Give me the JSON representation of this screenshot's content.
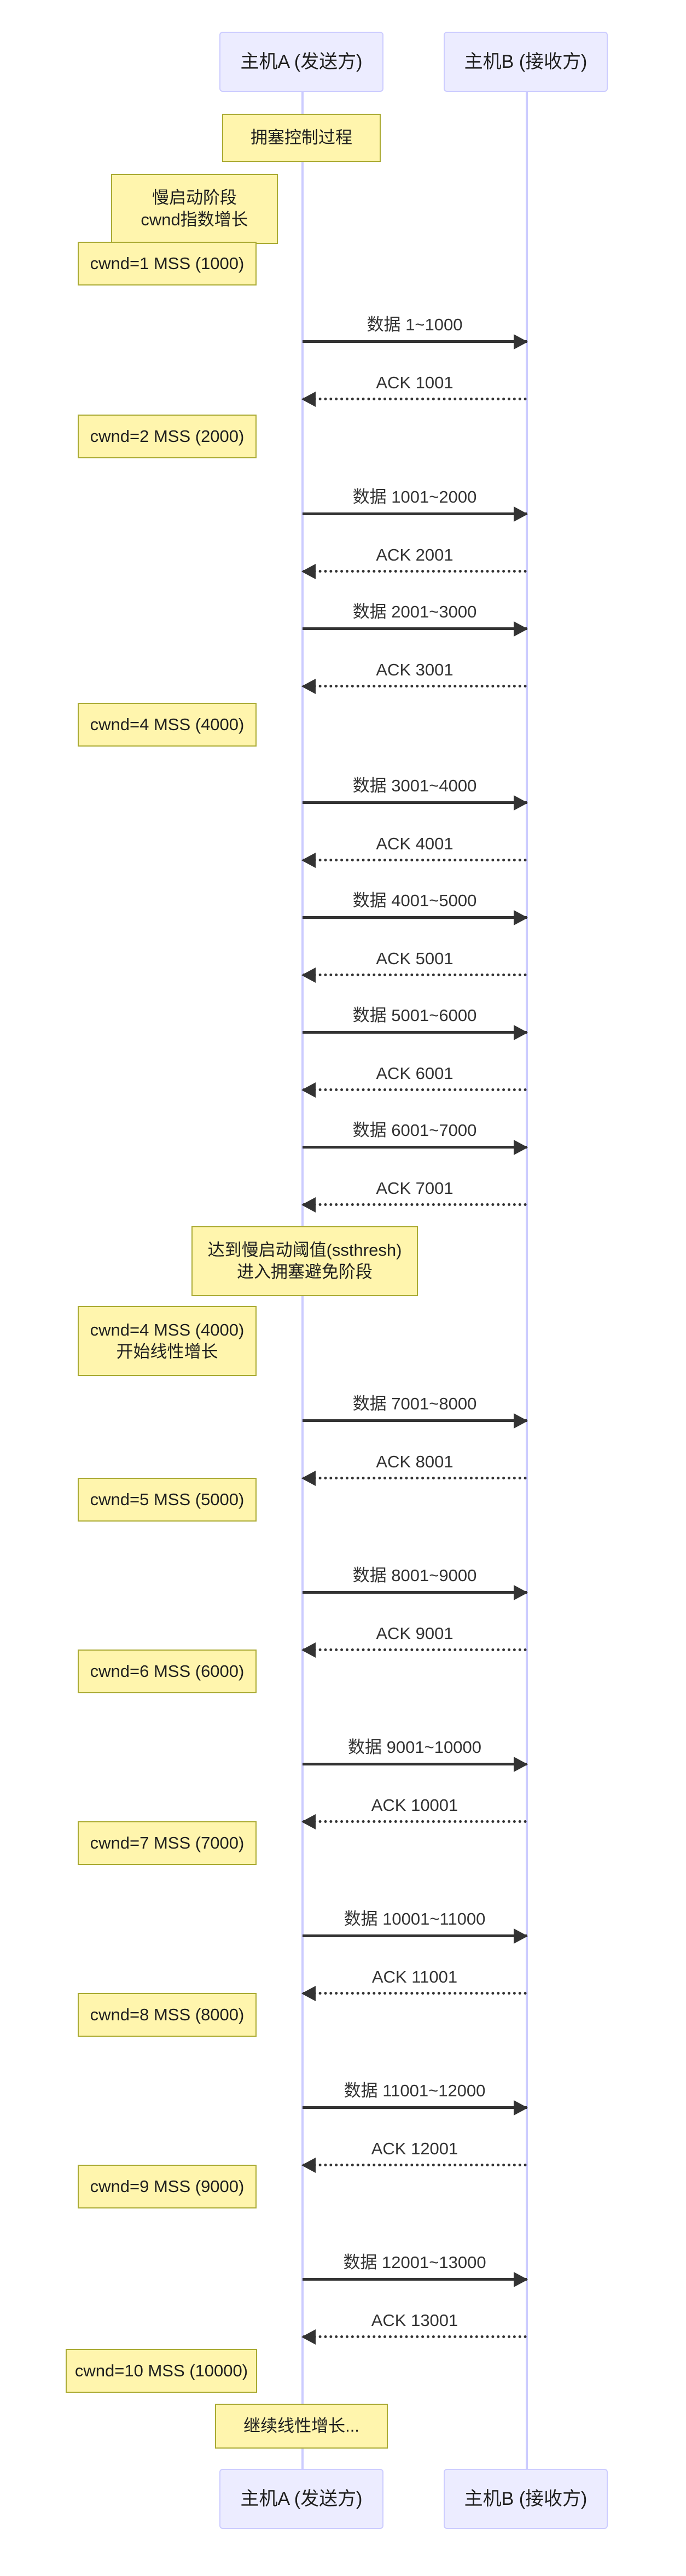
{
  "diagram": {
    "kind": "sequence-diagram",
    "title_note": "拥塞控制过程",
    "colors": {
      "participant_fill": "#ECECFF",
      "participant_border": "#CCCCFF",
      "note_fill": "#FFF5AD",
      "note_border": "#AAAA33",
      "line": "#333333",
      "background": "#FFFFFF"
    }
  },
  "participants": [
    {
      "id": "A",
      "label": "主机A (发送方)"
    },
    {
      "id": "B",
      "label": "主机B (接收方)"
    }
  ],
  "participants_bottom": [
    {
      "id": "A",
      "label": "主机A (发送方)"
    },
    {
      "id": "B",
      "label": "主机B (接收方)"
    }
  ],
  "notes": [
    {
      "id": "n-title",
      "text": "拥塞控制过程",
      "placement": "over-A"
    },
    {
      "id": "n-slowstart",
      "text": "慢启动阶段\ncwnd指数增长",
      "placement": "left-of-A"
    },
    {
      "id": "n-cwnd1",
      "text": "cwnd=1 MSS (1000)",
      "placement": "left-of-A"
    },
    {
      "id": "n-cwnd2",
      "text": "cwnd=2 MSS (2000)",
      "placement": "left-of-A"
    },
    {
      "id": "n-cwnd4a",
      "text": "cwnd=4 MSS (4000)",
      "placement": "left-of-A"
    },
    {
      "id": "n-ssthresh",
      "text": "达到慢启动阈值(ssthresh)\n进入拥塞避免阶段",
      "placement": "over-A"
    },
    {
      "id": "n-cwnd4b",
      "text": "cwnd=4 MSS (4000)\n开始线性增长",
      "placement": "left-of-A"
    },
    {
      "id": "n-cwnd5",
      "text": "cwnd=5 MSS (5000)",
      "placement": "left-of-A"
    },
    {
      "id": "n-cwnd6",
      "text": "cwnd=6 MSS (6000)",
      "placement": "left-of-A"
    },
    {
      "id": "n-cwnd7",
      "text": "cwnd=7 MSS (7000)",
      "placement": "left-of-A"
    },
    {
      "id": "n-cwnd8",
      "text": "cwnd=8 MSS (8000)",
      "placement": "left-of-A"
    },
    {
      "id": "n-cwnd9",
      "text": "cwnd=9 MSS (9000)",
      "placement": "left-of-A"
    },
    {
      "id": "n-cwnd10",
      "text": "cwnd=10 MSS (10000)",
      "placement": "left-of-A"
    },
    {
      "id": "n-continue",
      "text": "继续线性增长...",
      "placement": "over-A"
    }
  ],
  "messages": [
    {
      "id": "m01",
      "label": "数据 1~1000",
      "from": "A",
      "to": "B",
      "style": "solid"
    },
    {
      "id": "m02",
      "label": "ACK 1001",
      "from": "B",
      "to": "A",
      "style": "dashed"
    },
    {
      "id": "m03",
      "label": "数据 1001~2000",
      "from": "A",
      "to": "B",
      "style": "solid"
    },
    {
      "id": "m04",
      "label": "ACK 2001",
      "from": "B",
      "to": "A",
      "style": "dashed"
    },
    {
      "id": "m05",
      "label": "数据 2001~3000",
      "from": "A",
      "to": "B",
      "style": "solid"
    },
    {
      "id": "m06",
      "label": "ACK 3001",
      "from": "B",
      "to": "A",
      "style": "dashed"
    },
    {
      "id": "m07",
      "label": "数据 3001~4000",
      "from": "A",
      "to": "B",
      "style": "solid"
    },
    {
      "id": "m08",
      "label": "ACK 4001",
      "from": "B",
      "to": "A",
      "style": "dashed"
    },
    {
      "id": "m09",
      "label": "数据 4001~5000",
      "from": "A",
      "to": "B",
      "style": "solid"
    },
    {
      "id": "m10",
      "label": "ACK 5001",
      "from": "B",
      "to": "A",
      "style": "dashed"
    },
    {
      "id": "m11",
      "label": "数据 5001~6000",
      "from": "A",
      "to": "B",
      "style": "solid"
    },
    {
      "id": "m12",
      "label": "ACK 6001",
      "from": "B",
      "to": "A",
      "style": "dashed"
    },
    {
      "id": "m13",
      "label": "数据 6001~7000",
      "from": "A",
      "to": "B",
      "style": "solid"
    },
    {
      "id": "m14",
      "label": "ACK 7001",
      "from": "B",
      "to": "A",
      "style": "dashed"
    },
    {
      "id": "m15",
      "label": "数据 7001~8000",
      "from": "A",
      "to": "B",
      "style": "solid"
    },
    {
      "id": "m16",
      "label": "ACK 8001",
      "from": "B",
      "to": "A",
      "style": "dashed"
    },
    {
      "id": "m17",
      "label": "数据 8001~9000",
      "from": "A",
      "to": "B",
      "style": "solid"
    },
    {
      "id": "m18",
      "label": "ACK 9001",
      "from": "B",
      "to": "A",
      "style": "dashed"
    },
    {
      "id": "m19",
      "label": "数据 9001~10000",
      "from": "A",
      "to": "B",
      "style": "solid"
    },
    {
      "id": "m20",
      "label": "ACK 10001",
      "from": "B",
      "to": "A",
      "style": "dashed"
    },
    {
      "id": "m21",
      "label": "数据 10001~11000",
      "from": "A",
      "to": "B",
      "style": "solid"
    },
    {
      "id": "m22",
      "label": "ACK 11001",
      "from": "B",
      "to": "A",
      "style": "dashed"
    },
    {
      "id": "m23",
      "label": "数据 11001~12000",
      "from": "A",
      "to": "B",
      "style": "solid"
    },
    {
      "id": "m24",
      "label": "ACK 12001",
      "from": "B",
      "to": "A",
      "style": "dashed"
    },
    {
      "id": "m25",
      "label": "数据 12001~13000",
      "from": "A",
      "to": "B",
      "style": "solid"
    },
    {
      "id": "m26",
      "label": "ACK 13001",
      "from": "B",
      "to": "A",
      "style": "dashed"
    }
  ]
}
